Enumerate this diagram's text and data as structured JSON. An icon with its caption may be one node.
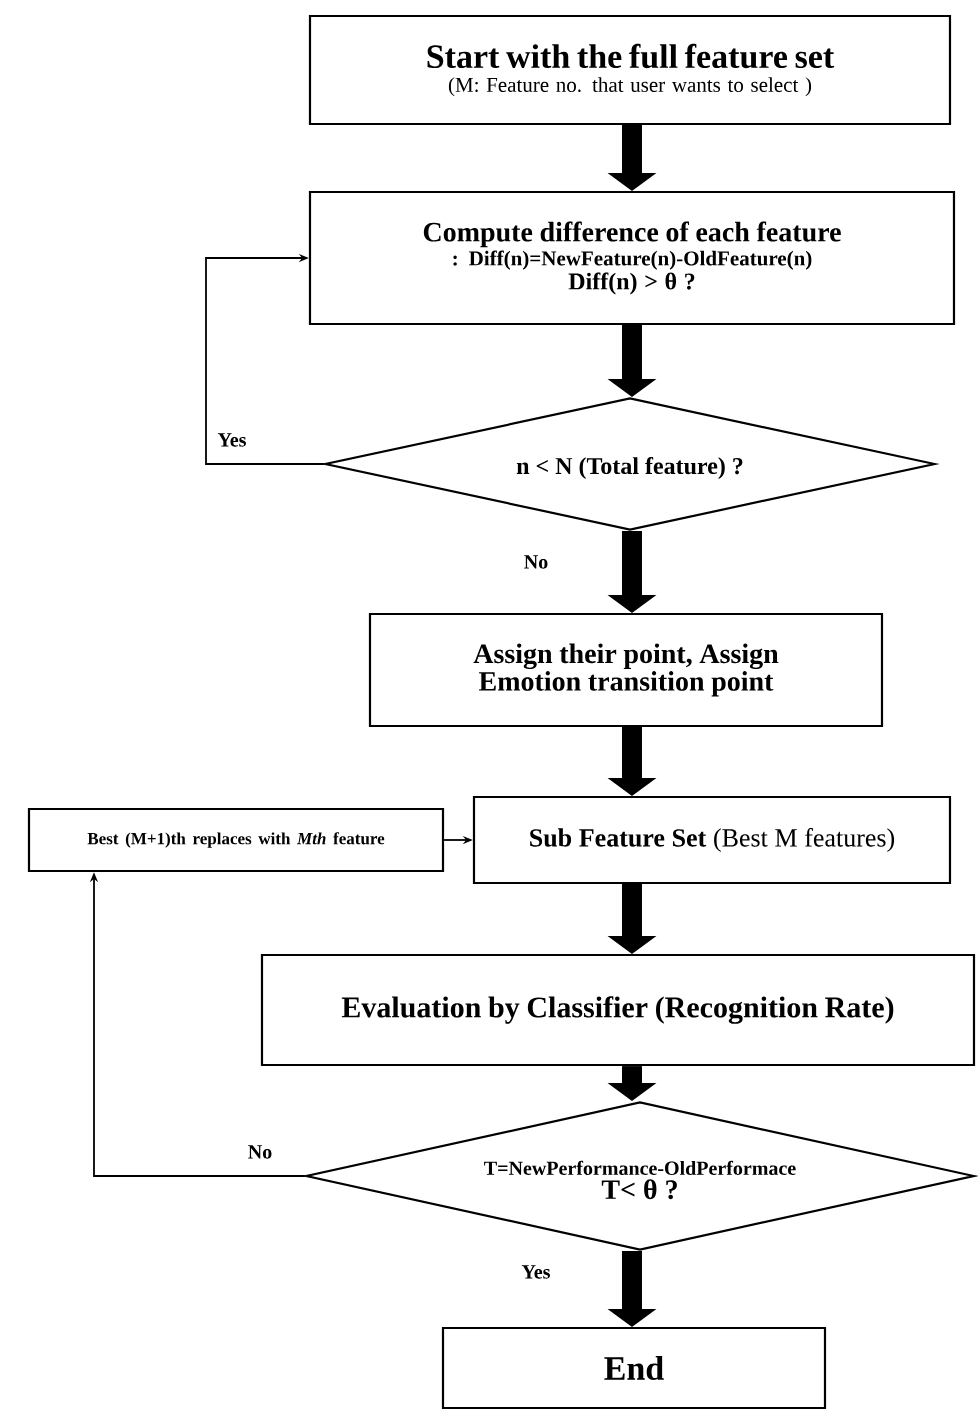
{
  "diagram": {
    "nodes": [
      {
        "text": [
          "Start with the full feature set",
          "(M: Feature no. that user wants to select )"
        ]
      },
      {
        "text": [
          "Compute difference of each feature",
          ": Diff(n)=NewFeature(n)-OldFeature(n)",
          "Diff(n) > θ ?"
        ]
      },
      {
        "text": [
          "n < N (Total feature) ?"
        ]
      },
      {
        "text": [
          "Assign their point, Assign Emotion transition point"
        ]
      },
      {
        "text": [
          "**Sub Feature Set** (Best M features)"
        ]
      },
      {
        "text": [
          "Best (M+1)th replaces with *Mth* feature"
        ]
      },
      {
        "text": [
          "Evaluation by Classifier (Recognition Rate)"
        ]
      },
      {
        "text": [
          "T=NewPerformance-OldPerformace",
          "T< θ ?"
        ]
      },
      {
        "text": [
          "End"
        ]
      }
    ],
    "edges": [
      {
        "from": 0,
        "to": 1,
        "arrow": "to"
      },
      {
        "from": 1,
        "to": 2,
        "arrow": "to"
      },
      {
        "from": 2,
        "to": 1,
        "arrow": "to",
        "label": "Yes"
      },
      {
        "from": 2,
        "to": 3,
        "arrow": "to",
        "label": "No"
      },
      {
        "from": 3,
        "to": 4,
        "arrow": "to"
      },
      {
        "from": 5,
        "to": 4,
        "arrow": "to"
      },
      {
        "from": 4,
        "to": 6,
        "arrow": "to"
      },
      {
        "from": 6,
        "to": 7,
        "arrow": "to"
      },
      {
        "from": 7,
        "to": 5,
        "arrow": "to",
        "label": "No"
      },
      {
        "from": 7,
        "to": 8,
        "arrow": "to",
        "label": "Yes"
      }
    ]
  }
}
